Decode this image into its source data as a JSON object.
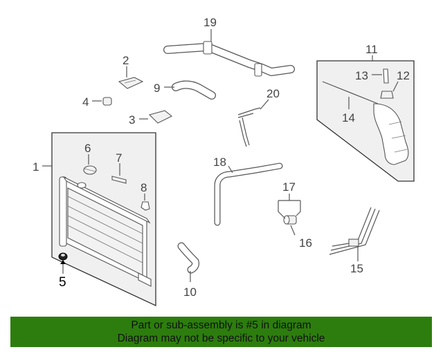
{
  "callouts": {
    "n1": "1",
    "n2": "2",
    "n3": "3",
    "n4": "4",
    "n5": "5",
    "n6": "6",
    "n7": "7",
    "n8": "8",
    "n9": "9",
    "n10": "10",
    "n11": "11",
    "n12": "12",
    "n13": "13",
    "n14": "14",
    "n15": "15",
    "n16": "16",
    "n17": "17",
    "n18": "18",
    "n19": "19",
    "n20": "20"
  },
  "highlighted_part": "5",
  "banner": {
    "line1": "Part or sub-assembly is #5 in diagram",
    "line2": "Diagram may not be specific to your vehicle",
    "background_color": "#2d7d0e"
  }
}
